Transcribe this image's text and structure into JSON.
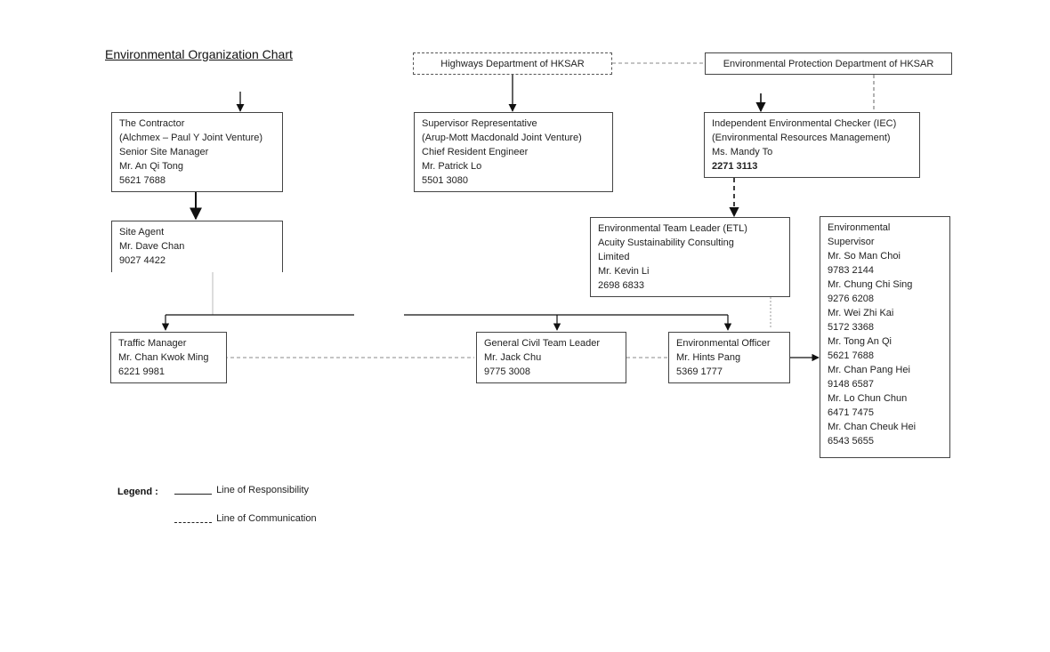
{
  "title": "Environmental Organization Chart",
  "highways": "Highways Department of HKSAR",
  "epd": "Environmental Protection Department of HKSAR",
  "contractor": {
    "lines": [
      "The Contractor",
      "(Alchmex – Paul Y Joint Venture)",
      "Senior Site Manager",
      "Mr. An Qi Tong",
      "5621 7688"
    ]
  },
  "supervisor_rep": {
    "lines": [
      "Supervisor Representative",
      "(Arup-Mott Macdonald Joint Venture)",
      "Chief Resident Engineer",
      "Mr. Patrick Lo",
      "5501 3080"
    ]
  },
  "iec": {
    "lines": [
      "Independent Environmental Checker (IEC)",
      "(Environmental Resources Management)",
      "Ms. Mandy To",
      "2271 3113"
    ]
  },
  "site_agent": {
    "lines": [
      "Site Agent",
      "Mr. Dave Chan",
      "9027 4422"
    ]
  },
  "etl": {
    "lines": [
      "Environmental Team Leader (ETL)",
      "Acuity Sustainability Consulting",
      "Limited",
      "Mr. Kevin Li",
      "2698 6833"
    ]
  },
  "env_supervisor": {
    "lines": [
      "Environmental",
      "Supervisor",
      "Mr. So Man Choi",
      "9783 2144",
      "Mr. Chung Chi Sing",
      "9276 6208",
      "Mr. Wei Zhi Kai",
      "5172 3368",
      "Mr. Tong An Qi",
      "5621 7688",
      "Mr. Chan Pang Hei",
      "9148 6587",
      "Mr. Lo Chun Chun",
      "6471 7475",
      "Mr. Chan Cheuk Hei",
      "6543 5655"
    ]
  },
  "traffic_manager": {
    "lines": [
      "Traffic Manager",
      "Mr. Chan Kwok Ming",
      "6221 9981"
    ]
  },
  "civil_leader": {
    "lines": [
      "General Civil Team Leader",
      "Mr. Jack Chu",
      "9775 3008"
    ]
  },
  "env_officer": {
    "lines": [
      "Environmental Officer",
      "Mr. Hints Pang",
      "5369 1777"
    ]
  },
  "legend": {
    "title": "Legend :",
    "responsibility": "Line of Responsibility",
    "communication": "Line of Communication"
  }
}
